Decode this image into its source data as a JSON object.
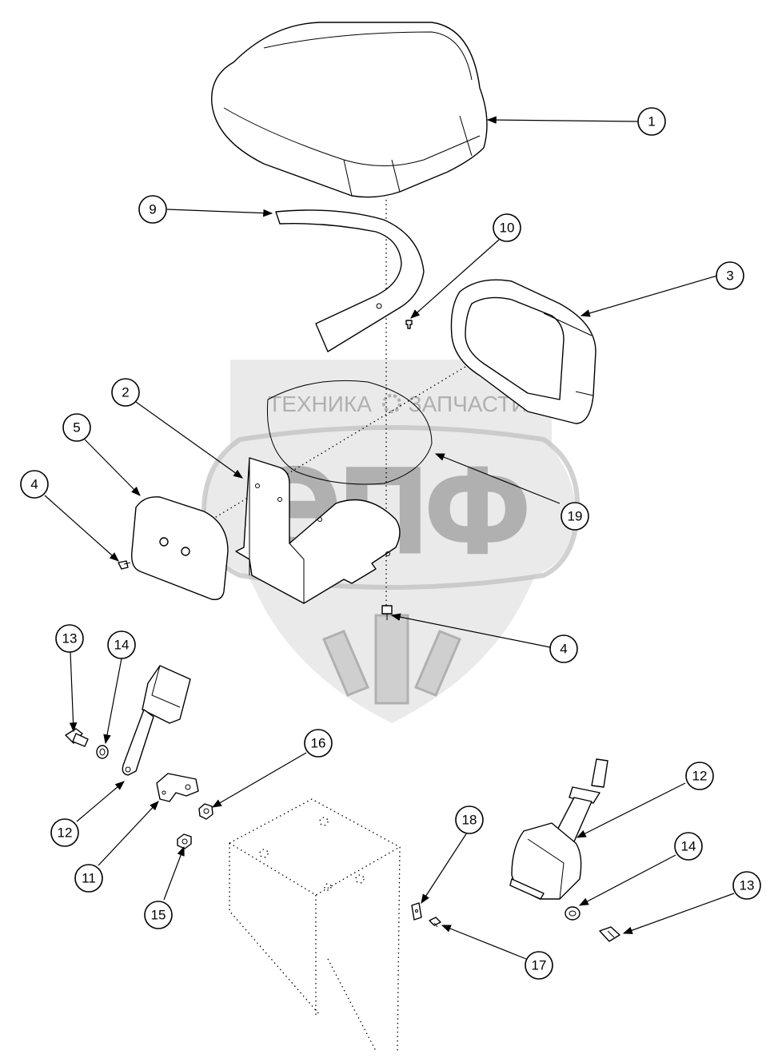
{
  "watermark": {
    "top_text": "ТЕХНИКА",
    "top_text_right": "ЗАПЧАСТИ",
    "logo_text": "ЭПФ",
    "color": "#b0b0b0"
  },
  "callouts": [
    {
      "id": "c1",
      "label": "1"
    },
    {
      "id": "c9",
      "label": "9"
    },
    {
      "id": "c10",
      "label": "10"
    },
    {
      "id": "c3",
      "label": "3"
    },
    {
      "id": "c2",
      "label": "2"
    },
    {
      "id": "c5",
      "label": "5"
    },
    {
      "id": "c4a",
      "label": "4"
    },
    {
      "id": "c19",
      "label": "19"
    },
    {
      "id": "c4b",
      "label": "4"
    },
    {
      "id": "c13a",
      "label": "13"
    },
    {
      "id": "c14a",
      "label": "14"
    },
    {
      "id": "c16",
      "label": "16"
    },
    {
      "id": "c12a",
      "label": "12"
    },
    {
      "id": "c11",
      "label": "11"
    },
    {
      "id": "c15",
      "label": "15"
    },
    {
      "id": "c18",
      "label": "18"
    },
    {
      "id": "c12b",
      "label": "12"
    },
    {
      "id": "c14b",
      "label": "14"
    },
    {
      "id": "c13b",
      "label": "13"
    },
    {
      "id": "c17",
      "label": "17"
    }
  ],
  "parts": [
    {
      "name": "seat-cushion",
      "callout": "1"
    },
    {
      "name": "mounting-bracket",
      "callout": "2"
    },
    {
      "name": "backrest-cushion",
      "callout": "3"
    },
    {
      "name": "screw",
      "callout": "4"
    },
    {
      "name": "side-panel",
      "callout": "5"
    },
    {
      "name": "trim-strip",
      "callout": "9"
    },
    {
      "name": "small-screw",
      "callout": "10"
    },
    {
      "name": "bracket",
      "callout": "11"
    },
    {
      "name": "seat-belt",
      "callout": "12"
    },
    {
      "name": "bolt",
      "callout": "13"
    },
    {
      "name": "washer",
      "callout": "14"
    },
    {
      "name": "nut",
      "callout": "15"
    },
    {
      "name": "nut-flange",
      "callout": "16"
    },
    {
      "name": "screw-small",
      "callout": "17"
    },
    {
      "name": "clip",
      "callout": "18"
    },
    {
      "name": "seat-plate",
      "callout": "19"
    }
  ]
}
